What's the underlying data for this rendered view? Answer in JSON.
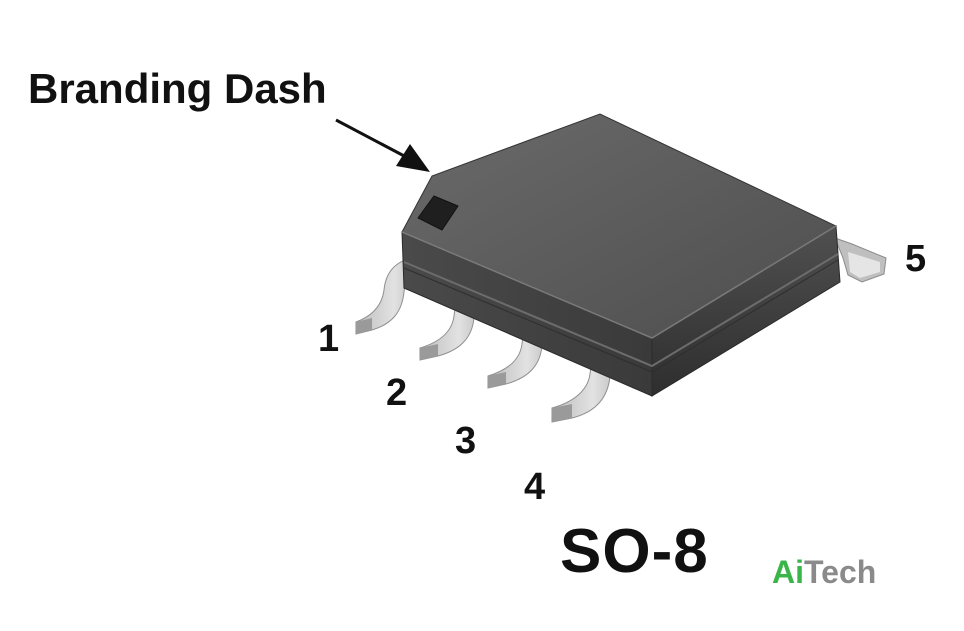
{
  "labels": {
    "branding": "Branding Dash",
    "package": "SO-8",
    "pins": [
      "1",
      "2",
      "3",
      "4",
      "5"
    ]
  },
  "logo": {
    "part1": "Ai",
    "part2": "Tech"
  },
  "colors": {
    "body_top": "#5c5c5c",
    "body_side": "#3a3a3a",
    "leads": "#d0d0d0",
    "logo_green": "#3bb54a",
    "logo_gray": "#8a8a8a"
  },
  "icons": [
    "arrow-icon",
    "branding-dash-icon"
  ]
}
